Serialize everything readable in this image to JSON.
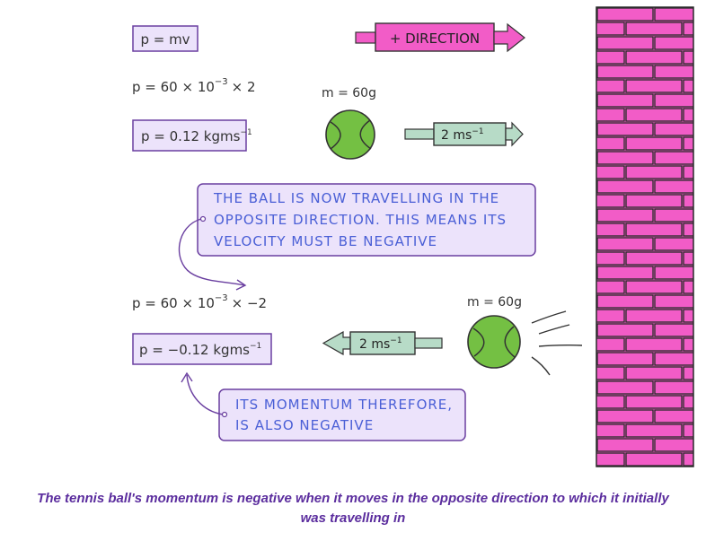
{
  "top_box": "p = mv",
  "direction_label": "+ DIRECTION",
  "equation_1": "p = 60 × 10",
  "exponent_1": "−3",
  "equation_1_tail": "× 2",
  "mass_label_1": "m = 60g",
  "result_1": "p = 0.12 kgms",
  "result_1_exp": "−1",
  "velocity_1": "2 ms",
  "velocity_1_exp": "−1",
  "note_1": [
    "THE BALL IS NOW TRAVELLING IN THE",
    "OPPOSITE DIRECTION. THIS MEANS ITS",
    "VELOCITY MUST BE NEGATIVE"
  ],
  "equation_2": "p = 60 × 10",
  "exponent_2": "−3",
  "equation_2_tail": "× −2",
  "mass_label_2": "m = 60g",
  "result_2": "p = −0.12 kgms",
  "result_2_exp": "−1",
  "velocity_2": "2 ms",
  "velocity_2_exp": "−1",
  "note_2": [
    "ITS MOMENTUM THEREFORE,",
    "IS ALSO NEGATIVE"
  ],
  "caption_lines": [
    "The tennis ball's momentum is negative when it moves in the opposite direction to which it initially",
    "was travelling in"
  ],
  "colors": {
    "purple_box": "#ece3fb",
    "purple_stroke": "#6a3fa0",
    "pink": "#f25cc7",
    "green_box": "#b7dbc7",
    "ball": "#74c043",
    "note_text": "#4a5fd6",
    "caption": "#5b2d9e"
  }
}
